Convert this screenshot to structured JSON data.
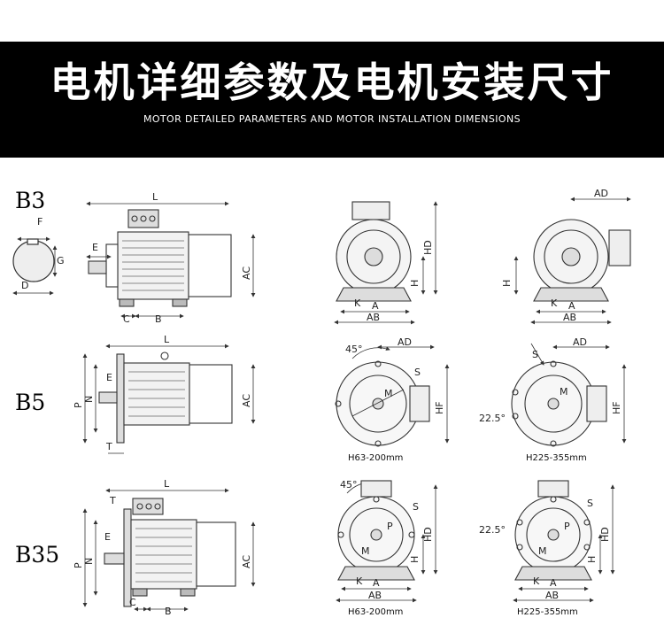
{
  "header": {
    "title": "电机详细参数及电机安装尺寸",
    "subtitle": "MOTOR DETAILED PARAMETERS AND MOTOR INSTALLATION DIMENSIONS"
  },
  "mounts": [
    "B3",
    "B5",
    "B35"
  ],
  "dimension_labels": {
    "L": "L",
    "F": "F",
    "G": "G",
    "D": "D",
    "E": "E",
    "C": "C",
    "B": "B",
    "AC": "AC",
    "HD": "HD",
    "H": "H",
    "K": "K",
    "A": "A",
    "AB": "AB",
    "AD": "AD",
    "HF": "HF",
    "S": "S",
    "M": "M",
    "N": "N",
    "P": "P",
    "T": "T",
    "angle45": "45°",
    "angle22": "22.5°"
  },
  "frame_ranges": {
    "small": "H63-200mm",
    "large": "H225-355mm"
  }
}
